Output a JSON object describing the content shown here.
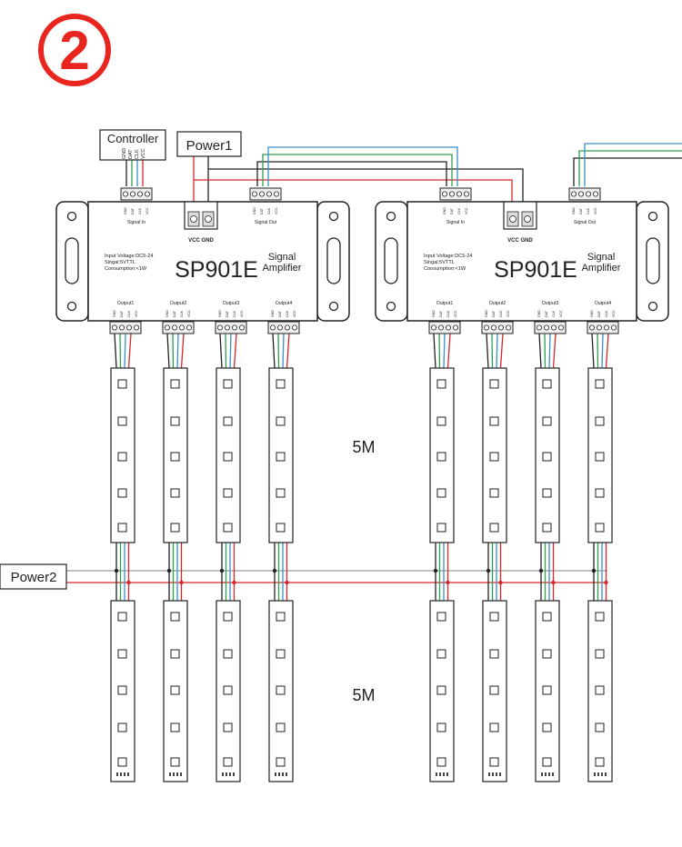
{
  "step_number": "2",
  "controller": {
    "label": "Controller",
    "pins": [
      "VCC",
      "CLK",
      "DAT",
      "GND"
    ]
  },
  "power1_label": "Power1",
  "power2_label": "Power2",
  "amplifiers": [
    {
      "model": "SP901E",
      "title_line1": "Signal",
      "title_line2": "Amplifier",
      "spec_lines": [
        "Input Voltage:DC5-24",
        "Singal:5VTTL",
        "Consumption:<1W"
      ],
      "power_terminal": "VCC GND",
      "signal_in_label": "Signal In",
      "signal_out_label": "Signal Out",
      "port_pins": [
        "GND",
        "DAT",
        "CLK",
        "VCC"
      ],
      "outputs": [
        "Output1",
        "Output2",
        "Output3",
        "Output4"
      ]
    },
    {
      "model": "SP901E",
      "title_line1": "Signal",
      "title_line2": "Amplifier",
      "spec_lines": [
        "Input Voltage:DC5-24",
        "Singal:5VTTL",
        "Consumption:<1W"
      ],
      "power_terminal": "VCC GND",
      "signal_in_label": "Signal In",
      "signal_out_label": "Signal Out",
      "port_pins": [
        "GND",
        "DAT",
        "CLK",
        "VCC"
      ],
      "outputs": [
        "Output1",
        "Output2",
        "Output3",
        "Output4"
      ]
    }
  ],
  "strip_length_labels": [
    "5M",
    "5M"
  ],
  "colors": {
    "step_circle": "#e8251f",
    "wire_red": "#d9262b",
    "wire_green": "#2e9e4f",
    "wire_blue": "#3a8fc8",
    "wire_black": "#222222",
    "outline": "#222222"
  }
}
